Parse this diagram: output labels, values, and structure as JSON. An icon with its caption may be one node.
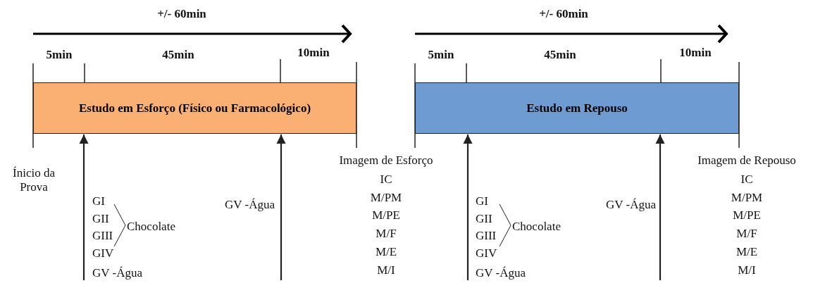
{
  "diagram": {
    "nodes": [
      {
        "text": [
          "Estudo em Esforço (Físico ou Farmacológico)"
        ]
      },
      {
        "text": [
          "Estudo em Repouso"
        ]
      }
    ],
    "edges": [
      {
        "from": null,
        "to": 0,
        "arrow": "to"
      },
      {
        "from": null,
        "to": 0,
        "arrow": "to"
      },
      {
        "from": null,
        "to": 1,
        "arrow": "to"
      },
      {
        "from": null,
        "to": 1,
        "arrow": "to"
      }
    ],
    "labels": [
      "+/- 60min",
      "+/- 60min",
      "5min",
      "45min",
      "10min",
      "5min",
      "45min",
      "10min",
      "Ínicio da Prova",
      "GI",
      "GII",
      "GIII",
      "GIV",
      "GV -Água",
      "Chocolate",
      "GV -Água",
      "Imagem de Esforço",
      "IC",
      "M/PM",
      "M/PE",
      "M/F",
      "M/E",
      "M/I",
      "GI",
      "GII",
      "GIII",
      "GIV",
      "GV -Água",
      "Chocolate",
      "GV -Água",
      "Imagem de Repouso",
      "IC",
      "M/PM",
      "M/PE",
      "M/F",
      "M/E",
      "M/I"
    ]
  }
}
